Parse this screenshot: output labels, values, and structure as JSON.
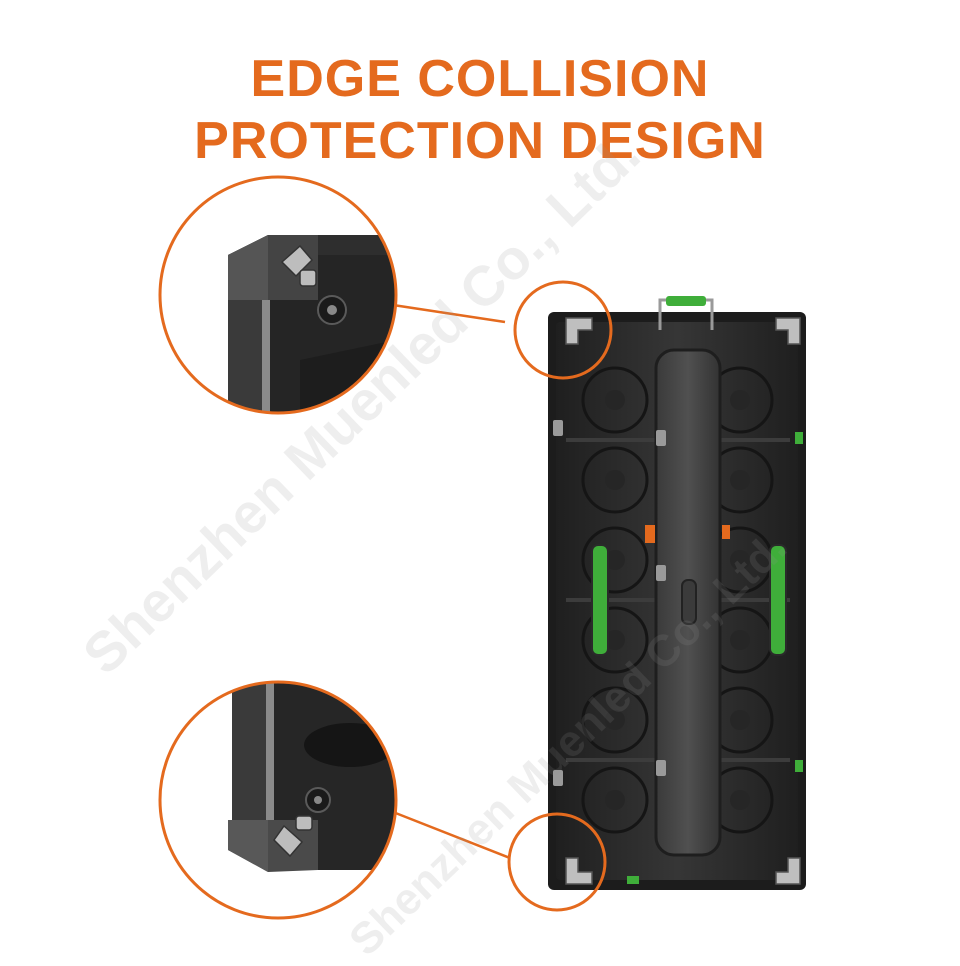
{
  "title": {
    "line1": "EDGE COLLISION",
    "line2": "PROTECTION DESIGN"
  },
  "watermark": "Shenzhen Muenled Co., Ltd.",
  "colors": {
    "accent": "#e46a1e",
    "cabinet": "#2b2b2b",
    "handle_green": "#3fae3a"
  }
}
